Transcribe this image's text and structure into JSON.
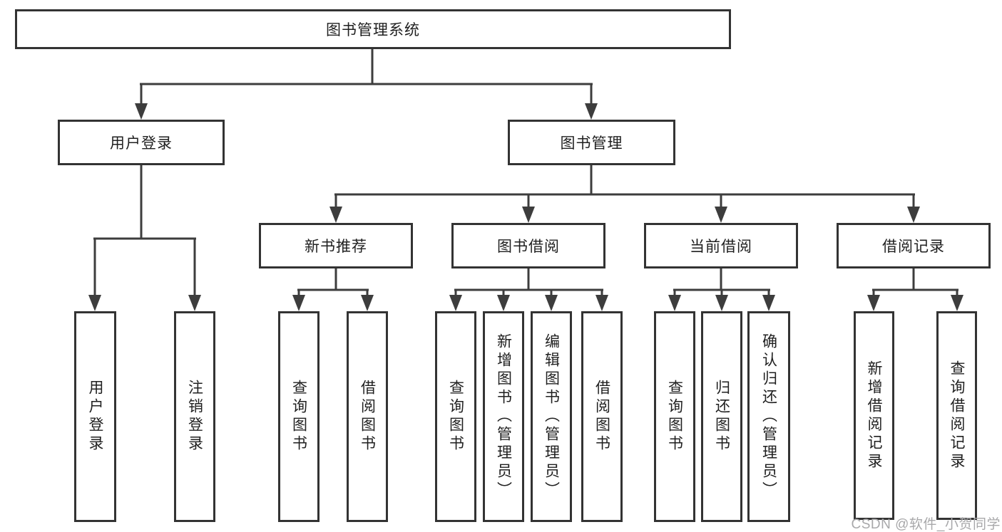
{
  "diagram": {
    "title_hint": "library-management-system-structure-chart",
    "root": {
      "label": "图书管理系统"
    },
    "level2": [
      {
        "id": "user-login",
        "label": "用户登录"
      },
      {
        "id": "book-management",
        "label": "图书管理"
      }
    ],
    "level3": [
      {
        "id": "new-book-recommend",
        "label": "新书推荐"
      },
      {
        "id": "book-borrow",
        "label": "图书借阅"
      },
      {
        "id": "current-borrow",
        "label": "当前借阅"
      },
      {
        "id": "borrow-records",
        "label": "借阅记录"
      }
    ],
    "leaves": {
      "user_login": [
        "用户登录",
        "注销登录"
      ],
      "new_book_recommend": [
        "查询图书",
        "借阅图书"
      ],
      "book_borrow": [
        "查询图书",
        "新增图书（管理员）",
        "编辑图书（管理员）",
        "借阅图书"
      ],
      "current_borrow": [
        "查询图书",
        "归还图书",
        "确认归还（管理员）"
      ],
      "borrow_records": [
        "新增借阅记录",
        "查询借阅记录"
      ]
    },
    "line_color": "#3d3d3d",
    "border_color": "#333333"
  },
  "watermark": {
    "text": "CSDN @软件_小贺同学"
  }
}
